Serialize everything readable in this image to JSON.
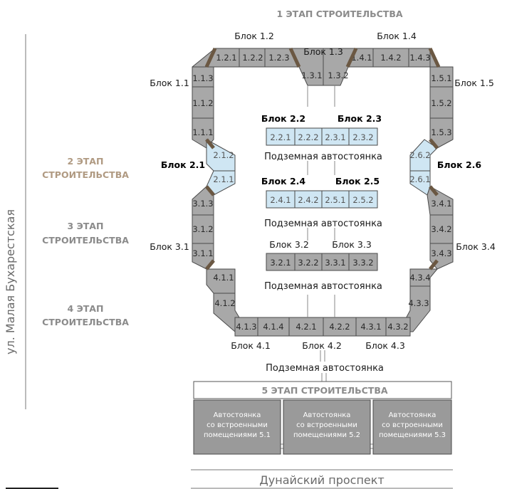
{
  "stages": {
    "s1": "1 ЭТАП СТРОИТЕЛЬСТВА",
    "s2a": "2 ЭТАП",
    "s2b": "СТРОИТЕЛЬСТВА",
    "s3a": "3 ЭТАП",
    "s3b": "СТРОИТЕЛЬСТВА",
    "s4a": "4 ЭТАП",
    "s4b": "СТРОИТЕЛЬСТВА",
    "s5": "5 ЭТАП СТРОИТЕЛЬСТВА"
  },
  "streets": {
    "left": "ул. Малая Бухарестская",
    "bottom": "Дунайский проспект"
  },
  "parking_label": "Подземная автостоянка",
  "blocks": {
    "b11": "Блок 1.1",
    "b12": "Блок 1.2",
    "b13": "Блок 1.3",
    "b14": "Блок 1.4",
    "b15": "Блок 1.5",
    "b21": "Блок 2.1",
    "b22": "Блок 2.2",
    "b23": "Блок 2.3",
    "b24": "Блок 2.4",
    "b25": "Блок 2.5",
    "b26": "Блок 2.6",
    "b31": "Блок 3.1",
    "b32": "Блок 3.2",
    "b33": "Блок 3.3",
    "b34": "Блок 3.4",
    "b41": "Блок 4.1",
    "b42": "Блок 4.2",
    "b43": "Блок 4.3"
  },
  "sections": {
    "top": [
      "1.2.1",
      "1.2.2",
      "1.2.3",
      "1.4.1",
      "1.4.2",
      "1.4.3"
    ],
    "mid13": [
      "1.3.1",
      "1.3.2"
    ],
    "left1": [
      "1.1.3",
      "1.1.2",
      "1.1.1"
    ],
    "left2": [
      "2.1.2",
      "2.1.1"
    ],
    "left3": [
      "3.1.3",
      "3.1.2",
      "3.1.1"
    ],
    "left4": [
      "4.1.1",
      "4.1.2"
    ],
    "right1": [
      "1.5.1",
      "1.5.2",
      "1.5.3"
    ],
    "right2": [
      "2.6.2",
      "2.6.1"
    ],
    "right3": [
      "3.4.1",
      "3.4.2",
      "3.4.3"
    ],
    "right4": [
      "4.3.4",
      "4.3.3"
    ],
    "bottom": [
      "4.1.3",
      "4.1.4",
      "4.2.1",
      "4.2.2",
      "4.3.1",
      "4.3.2"
    ],
    "row1": [
      "2.2.1",
      "2.2.2",
      "2.3.1",
      "2.3.2"
    ],
    "row2": [
      "2.4.1",
      "2.4.2",
      "2.5.1",
      "2.5.2"
    ],
    "row3": [
      "3.2.1",
      "3.2.2",
      "3.3.1",
      "3.3.2"
    ]
  },
  "parking_boxes": [
    {
      "l1": "Автостоянка",
      "l2": "со встроенными",
      "l3": "помещениями 5.1"
    },
    {
      "l1": "Автостоянка",
      "l2": "со встроенными",
      "l3": "помещениями 5.2"
    },
    {
      "l1": "Автостоянка",
      "l2": "со встроенными",
      "l3": "помещениями 5.3"
    }
  ],
  "colors": {
    "gray_section": "#a8a8a8",
    "blue_section": "#cfe6f3",
    "stage2_accent": "#b09a82",
    "stage_gray": "#8b8b8b",
    "divider": "#6b5843"
  }
}
